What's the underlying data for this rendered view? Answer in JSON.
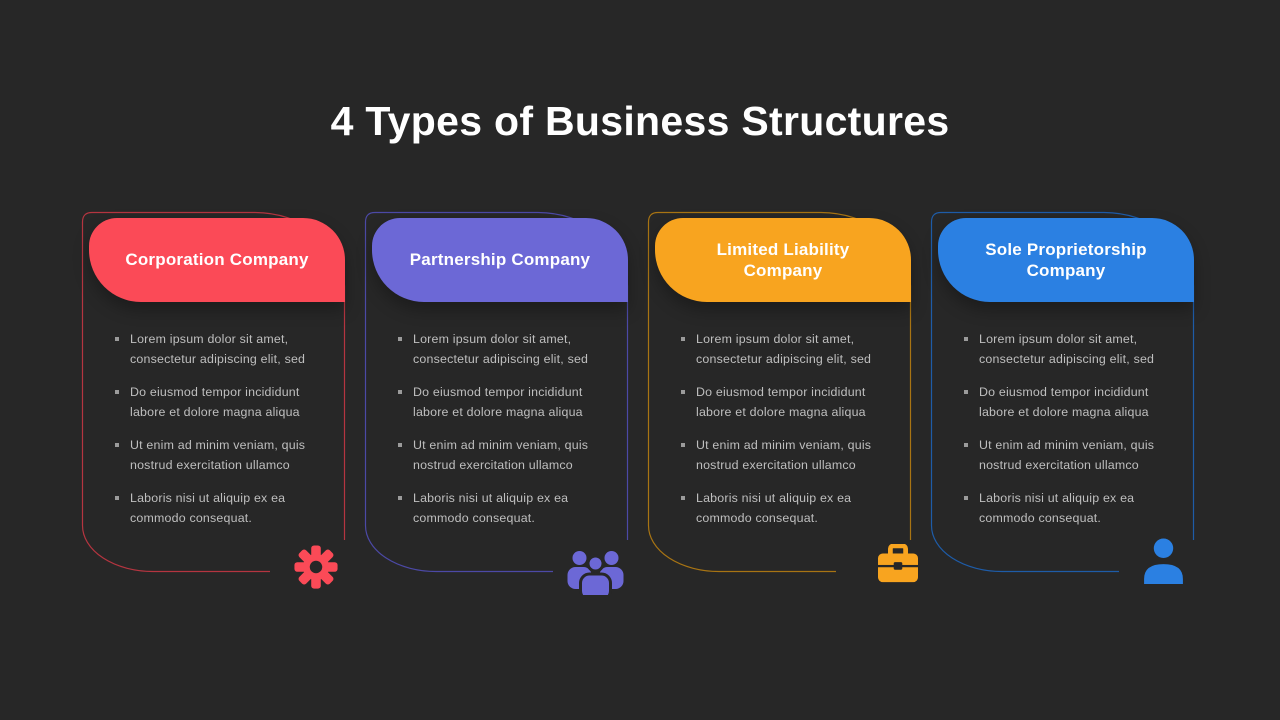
{
  "slide": {
    "title": "4 Types of Business Structures",
    "background_color": "#272727",
    "title_color": "#ffffff",
    "body_text_color": "#bfbfbf"
  },
  "cards": [
    {
      "title": "Corporation Company",
      "accent_color": "#fb4a57",
      "outline_color": "#b53540",
      "icon": "gear-icon",
      "bullets": [
        "Lorem  ipsum dolor sit amet,\nconsectetur adipiscing elit, sed",
        "Do eiusmod tempor  incididunt\nlabore et  dolore magna  aliqua",
        "Ut  enim ad minim veniam, quis\nnostrud exercitation ullamco",
        "Laboris nisi ut aliquip ex ea\ncommodo  consequat."
      ]
    },
    {
      "title": "Partnership Company",
      "accent_color": "#6c68d6",
      "outline_color": "#4c49a6",
      "icon": "people-icon",
      "bullets": [
        "Lorem  ipsum dolor sit amet,\nconsectetur adipiscing elit, sed",
        "Do eiusmod tempor  incididunt\nlabore et  dolore magna  aliqua",
        "Ut  enim ad minim veniam, quis\nnostrud exercitation ullamco",
        "Laboris nisi ut aliquip ex ea\ncommodo  consequat."
      ]
    },
    {
      "title": "Limited Liability Company",
      "accent_color": "#f8a41f",
      "outline_color": "#a87413",
      "icon": "briefcase-icon",
      "bullets": [
        "Lorem  ipsum dolor sit amet,\nconsectetur adipiscing elit, sed",
        "Do eiusmod tempor  incididunt\nlabore et  dolore magna  aliqua",
        "Ut  enim ad minim veniam, quis\nnostrud exercitation ullamco",
        "Laboris nisi ut aliquip ex ea\ncommodo  consequat."
      ]
    },
    {
      "title": "Sole Proprietorship Company",
      "accent_color": "#2b80e2",
      "outline_color": "#1e5ca8",
      "icon": "person-icon",
      "bullets": [
        "Lorem  ipsum dolor sit amet,\nconsectetur adipiscing elit, sed",
        "Do eiusmod tempor  incididunt\nlabore et  dolore magna  aliqua",
        "Ut  enim ad minim veniam, quis\nnostrud exercitation ullamco",
        "Laboris nisi ut aliquip ex ea\ncommodo  consequat."
      ]
    }
  ]
}
